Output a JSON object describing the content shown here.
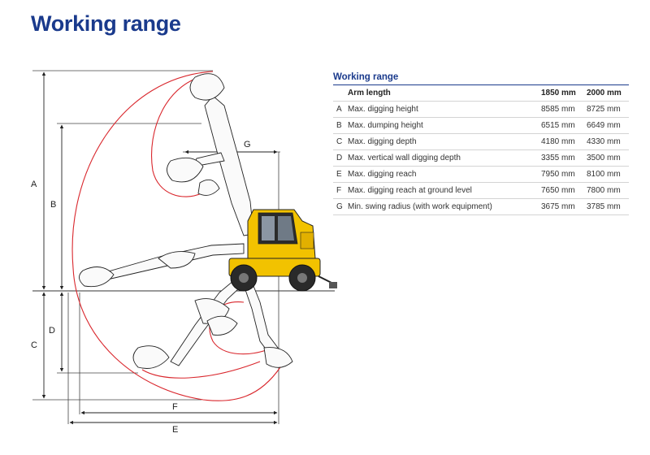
{
  "page": {
    "title": "Working range"
  },
  "diagram": {
    "dimension_labels": [
      "A",
      "B",
      "C",
      "D",
      "E",
      "F",
      "G"
    ],
    "colors": {
      "envelope": "#d9262c",
      "machine": "#f2c200",
      "line": "#222222"
    }
  },
  "spec": {
    "title": "Working range",
    "header": {
      "label": "Arm length",
      "col1": "1850 mm",
      "col2": "2000 mm"
    },
    "rows": [
      {
        "letter": "A",
        "label": "Max. digging height",
        "v1": "8585 mm",
        "v2": "8725 mm"
      },
      {
        "letter": "B",
        "label": "Max. dumping height",
        "v1": "6515 mm",
        "v2": "6649 mm"
      },
      {
        "letter": "C",
        "label": "Max. digging depth",
        "v1": "4180 mm",
        "v2": "4330 mm"
      },
      {
        "letter": "D",
        "label": "Max. vertical wall digging depth",
        "v1": "3355 mm",
        "v2": "3500 mm"
      },
      {
        "letter": "E",
        "label": "Max. digging reach",
        "v1": "7950 mm",
        "v2": "8100 mm"
      },
      {
        "letter": "F",
        "label": "Max. digging reach at ground level",
        "v1": "7650 mm",
        "v2": "7800 mm"
      },
      {
        "letter": "G",
        "label": "Min. swing radius (with work equipment)",
        "v1": "3675 mm",
        "v2": "3785 mm"
      }
    ]
  }
}
